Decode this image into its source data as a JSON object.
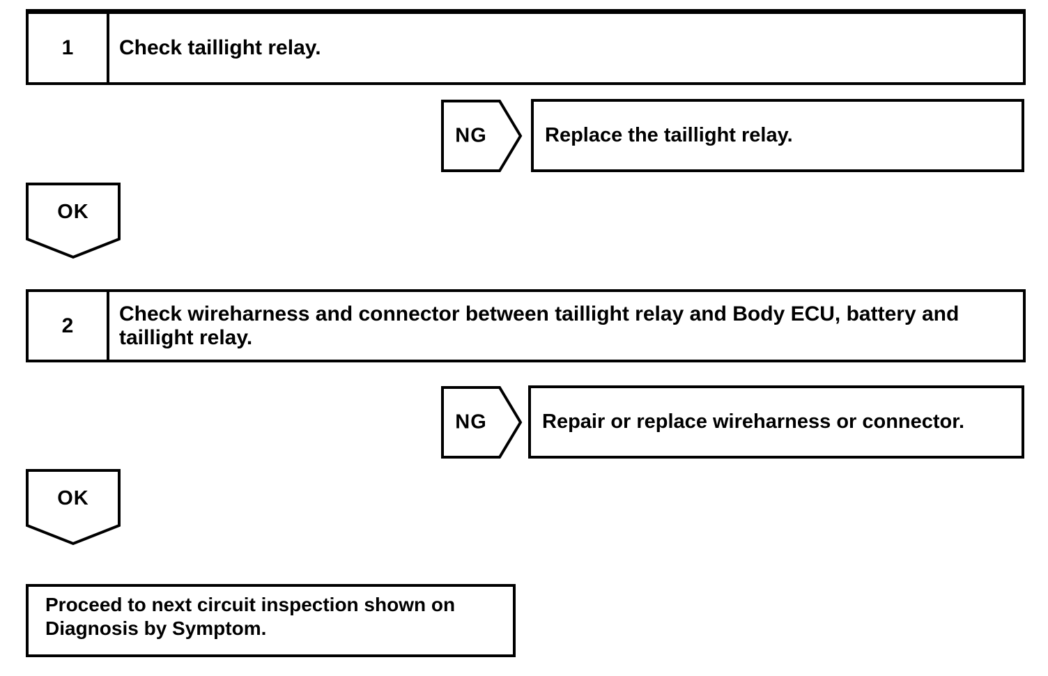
{
  "colors": {
    "ink": "#000000",
    "paper": "#ffffff"
  },
  "flowchart": {
    "steps": [
      {
        "number": "1",
        "instruction": "Check taillight relay.",
        "ng": {
          "label": "NG",
          "result": "Replace the taillight relay."
        },
        "ok": {
          "label": "OK"
        }
      },
      {
        "number": "2",
        "instruction": "Check wireharness and connector between taillight relay and Body ECU, battery and taillight relay.",
        "ng": {
          "label": "NG",
          "result": "Repair or replace wireharness or connector."
        },
        "ok": {
          "label": "OK"
        }
      }
    ],
    "terminal": {
      "line1": "Proceed to next circuit inspection shown on",
      "line2": "Diagnosis by Symptom."
    }
  }
}
